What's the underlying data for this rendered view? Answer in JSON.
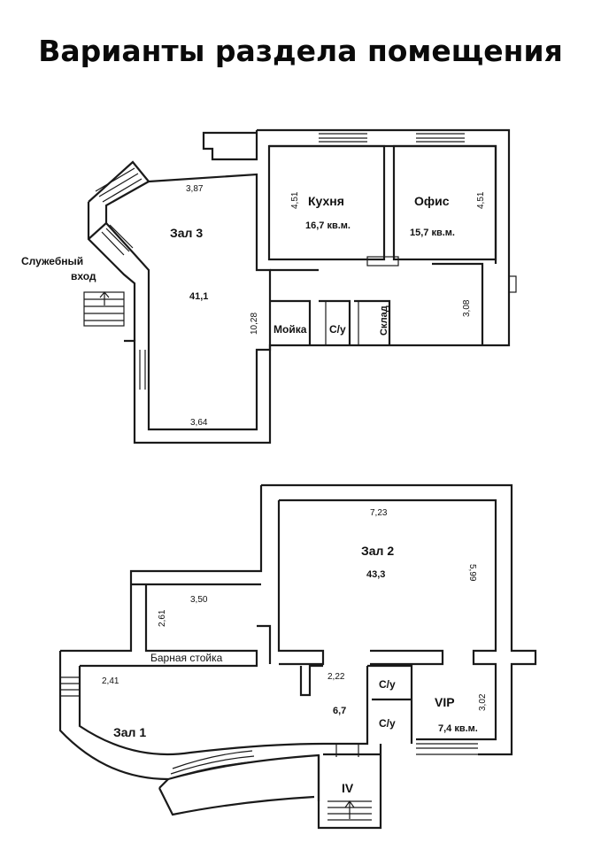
{
  "title": "Варианты раздела помещения",
  "upper_plan": {
    "zal3": {
      "name": "Зал 3",
      "area": "41,1",
      "dim_top": "3,87",
      "dim_bottom": "3,64",
      "dim_side": "10,28"
    },
    "service_entrance": {
      "line1": "Служебный",
      "line2": "вход"
    },
    "kitchen": {
      "name": "Кухня",
      "area": "16,7 кв.м.",
      "dim": "4,51"
    },
    "office": {
      "name": "Офис",
      "area": "15,7 кв.м.",
      "dim": "4,51"
    },
    "corridor_dim": "3,08",
    "moika": "Мойка",
    "wc": "С/у",
    "sklad": "Склад"
  },
  "lower_plan": {
    "zal2": {
      "name": "Зал 2",
      "area": "43,3",
      "dim_top": "7,23",
      "dim_side": "5,99"
    },
    "bar_dim_top": "3,50",
    "bar_dim_side": "2,61",
    "bar": "Барная стойка",
    "zal1": {
      "name": "Зал 1",
      "dim": "2,41",
      "area": "6,7",
      "dim2": "2,22"
    },
    "wc1": "С/у",
    "wc2": "С/у",
    "vip": {
      "name": "VIP",
      "area": "7,4 кв.м.",
      "dim": "3,02"
    },
    "entrance": "IV"
  }
}
